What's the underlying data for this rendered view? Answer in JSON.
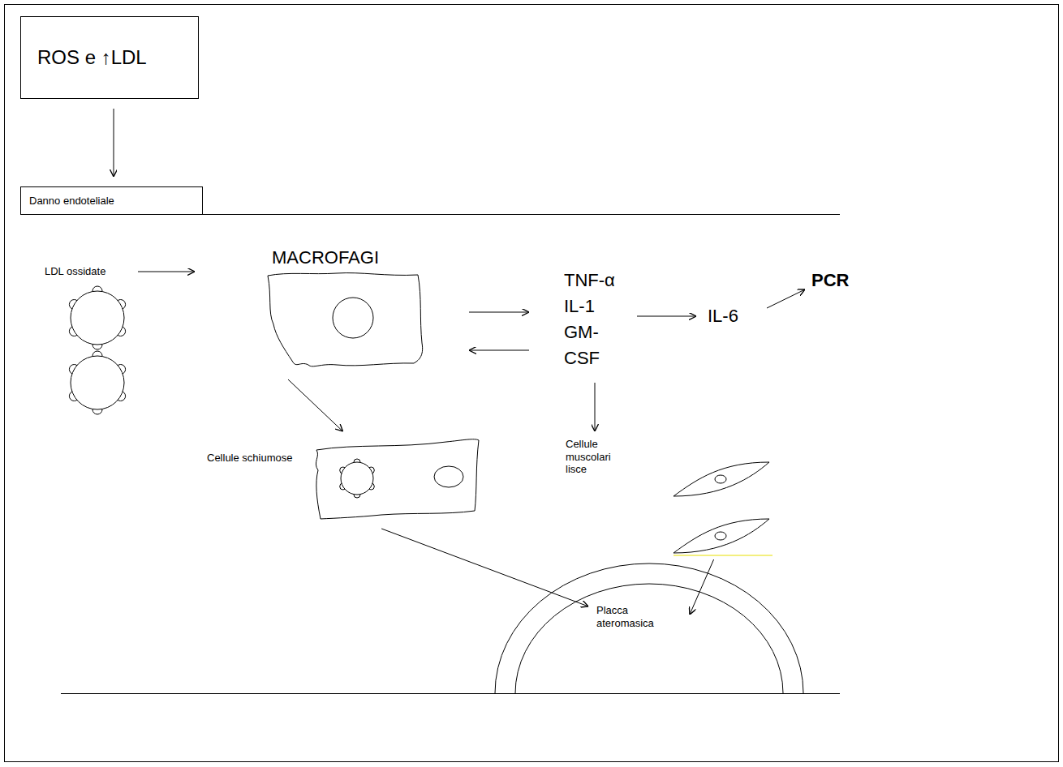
{
  "diagram": {
    "nodes": [
      {
        "text": [
          "ROS e ↑LDL"
        ]
      },
      {
        "text": [
          "Danno endoteliale"
        ]
      },
      {
        "text": [
          "MACROFAGI"
        ]
      },
      {
        "text": [
          "Cellule schiumose"
        ]
      },
      {
        "text": [
          "Cellule muscolari lisce"
        ]
      },
      {
        "text": [
          "Placca ateromasica"
        ]
      }
    ],
    "edges": [
      {
        "from": 0,
        "to": 1,
        "arrow": "to"
      },
      {
        "from": 2,
        "to": 3,
        "arrow": "to"
      },
      {
        "from": 3,
        "to": 5,
        "arrow": "to"
      },
      {
        "from": 4,
        "to": 5,
        "arrow": "to"
      }
    ],
    "labels": [
      "LDL ossidate",
      "TNF-α IL-1 GM- CSF",
      "IL-6",
      "PCR"
    ]
  }
}
